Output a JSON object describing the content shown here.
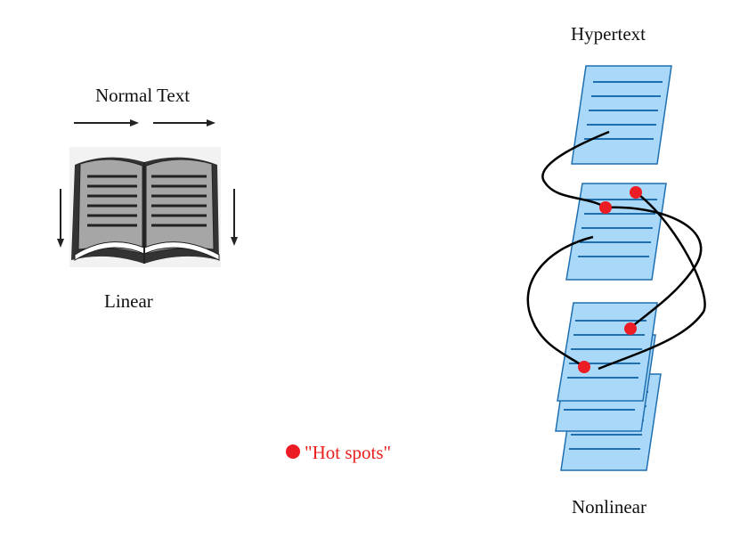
{
  "left": {
    "title": "Normal Text",
    "caption": "Linear"
  },
  "right": {
    "title": "Hypertext",
    "caption": "Nonlinear"
  },
  "legend": {
    "label": "\"Hot spots\""
  },
  "colors": {
    "page_fill": "#a9d8f8",
    "page_stroke": "#1f6fb0",
    "hot_spot": "#ec1c24",
    "book_gray": "#a6a6a6",
    "link_line": "#000000"
  }
}
